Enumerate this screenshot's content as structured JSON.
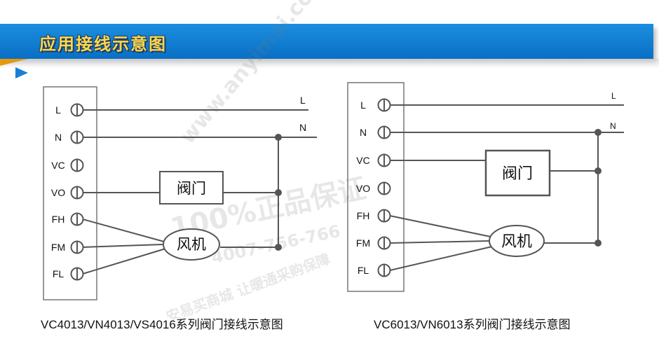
{
  "header": {
    "title": "应用接线示意图"
  },
  "watermark": {
    "site": "www.anyimai.com",
    "slogan": "100%正品保证",
    "phone": "4007-756-766",
    "tagline": "安易买商城 让暖通采购保障"
  },
  "diagram_left": {
    "terminals": [
      "L",
      "N",
      "VC",
      "VO",
      "FH",
      "FM",
      "FL"
    ],
    "wire_labels": {
      "L": "L",
      "N": "N"
    },
    "valve_label": "阀门",
    "fan_label": "风机",
    "caption": "VC4013/VN4013/VS4016系列阀门接线示意图"
  },
  "diagram_right": {
    "terminals": [
      "L",
      "N",
      "VC",
      "VO",
      "FH",
      "FM",
      "FL"
    ],
    "wire_labels": {
      "L": "L",
      "N": "N"
    },
    "valve_label": "阀门",
    "fan_label": "风机",
    "caption": "VC6013/VN6013系列阀门接线示意图"
  }
}
